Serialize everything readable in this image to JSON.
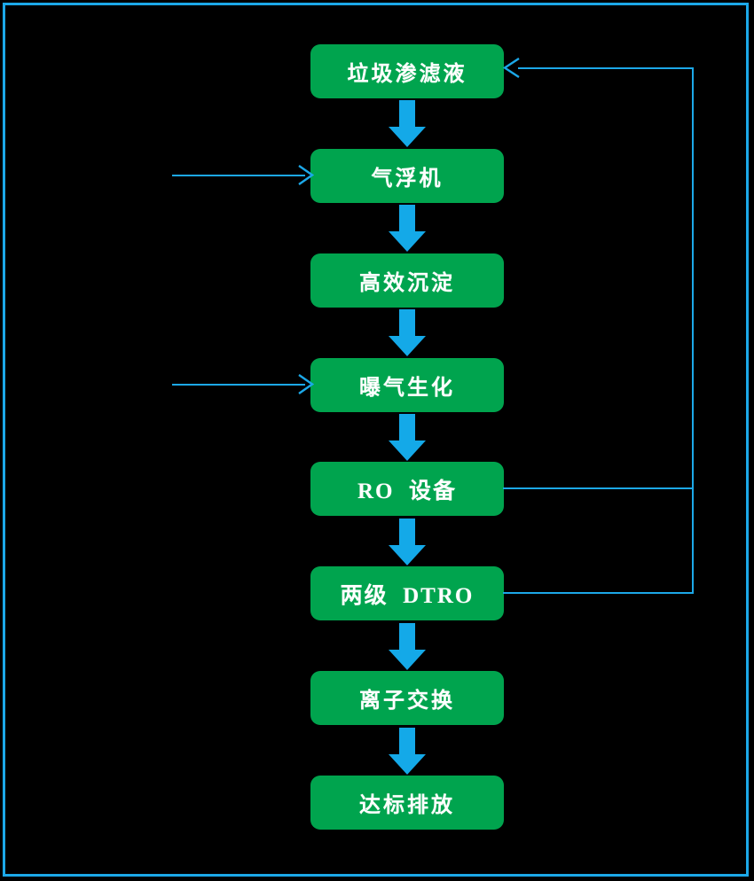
{
  "diagram": {
    "title_visible": false,
    "type": "flowchart",
    "orientation": "vertical",
    "colors": {
      "background": "#000000",
      "frame_border": "#1CA8E8",
      "node_fill": "#00A44E",
      "node_text": "#FFFFFF",
      "arrow_fill": "#14A9E8",
      "connector_line": "#1CA8E8"
    },
    "nodes": [
      {
        "id": "n1",
        "label": "垃圾渗滤液",
        "script": "cjk"
      },
      {
        "id": "n2",
        "label": "气浮机",
        "script": "cjk"
      },
      {
        "id": "n3",
        "label": "高效沉淀",
        "script": "cjk"
      },
      {
        "id": "n4",
        "label": "曝气生化",
        "script": "cjk"
      },
      {
        "id": "n5",
        "label": "RO  设备",
        "script": "mixed"
      },
      {
        "id": "n6",
        "label": "两级  DTRO",
        "script": "mixed"
      },
      {
        "id": "n7",
        "label": "离子交换",
        "script": "cjk"
      },
      {
        "id": "n8",
        "label": "达标排放",
        "script": "cjk"
      }
    ],
    "flow_arrows": [
      {
        "from": "n1",
        "to": "n2"
      },
      {
        "from": "n2",
        "to": "n3"
      },
      {
        "from": "n3",
        "to": "n4"
      },
      {
        "from": "n4",
        "to": "n5"
      },
      {
        "from": "n5",
        "to": "n6"
      },
      {
        "from": "n6",
        "to": "n7"
      },
      {
        "from": "n7",
        "to": "n8"
      }
    ],
    "input_arrows": [
      {
        "id": "in1",
        "into": "n2",
        "label": ""
      },
      {
        "id": "in2",
        "into": "n4",
        "label": ""
      }
    ],
    "recycle_connectors": [
      {
        "id": "rc1",
        "from": "n5",
        "to": "n1"
      },
      {
        "id": "rc2",
        "from": "n6",
        "to": "n1"
      }
    ]
  }
}
